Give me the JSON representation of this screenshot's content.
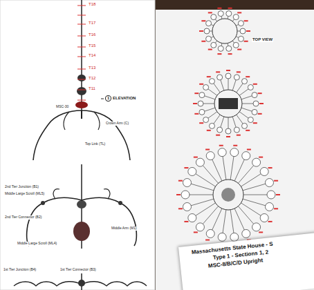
{
  "diagram": {
    "labels": [
      "T18",
      "T17",
      "T16",
      "T15",
      "T14",
      "T13",
      "T12",
      "T11",
      "1",
      "ELEVATION",
      "MSC-30",
      "Crown Arm (C)",
      "Top Link (TL)",
      "2nd Tier Junction (B1)",
      "Middle Large Scroll (ML5)",
      "2nd Tier Connector (B2)",
      "Middle Arm (M1)",
      "Middle Large Scroll (ML4)",
      "1st Tier Junction (B4)",
      "1st Tier Connector (B3)",
      "TOP VIEW",
      "Massachusetts State House - S",
      "Type 1 - Sections 1, 2",
      "MSC-8/B/C/D Upright"
    ]
  }
}
